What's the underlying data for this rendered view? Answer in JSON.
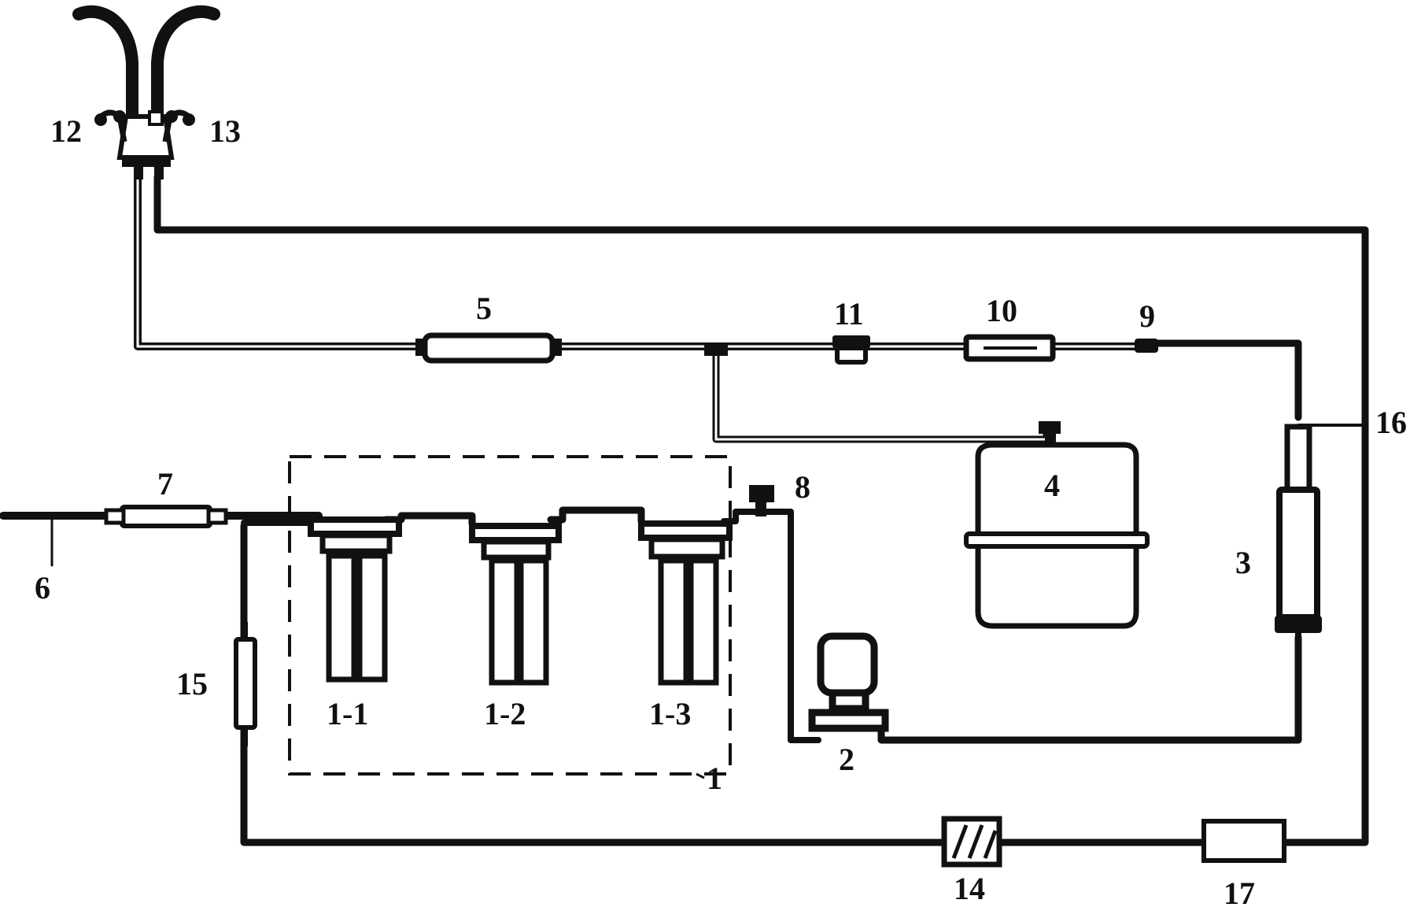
{
  "labels": {
    "filter_group": "1",
    "filter_1": "1-1",
    "filter_2": "1-2",
    "filter_3": "1-3",
    "pump": "2",
    "ro_membrane": "3",
    "tank": "4",
    "post_filter": "5",
    "inlet": "6",
    "inlet_valve": "7",
    "pressure_switch": "8",
    "check_valve": "9",
    "flow_restrictor": "10",
    "valve": "11",
    "faucet_left": "12",
    "faucet_right": "13",
    "component_14": "14",
    "component_15": "15",
    "component_16": "16",
    "component_17": "17"
  },
  "colors": {
    "line": "#111111",
    "background": "#ffffff"
  }
}
